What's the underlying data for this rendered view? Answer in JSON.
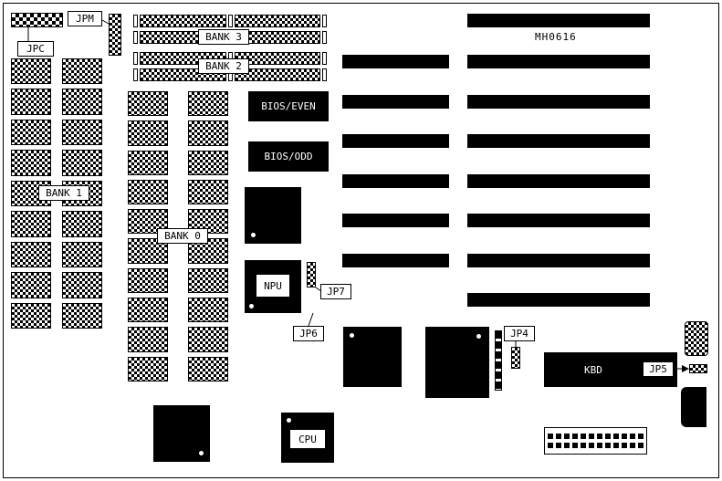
{
  "board": {
    "part_number": "MH0616"
  },
  "labels": {
    "jpc": "JPC",
    "jpm": "JPM",
    "jp4": "JP4",
    "jp5": "JP5",
    "jp6": "JP6",
    "jp7": "JP7",
    "bank0": "BANK 0",
    "bank1": "BANK 1",
    "bank2": "BANK 2",
    "bank3": "BANK 3",
    "bios_even": "BIOS/EVEN",
    "bios_odd": "BIOS/ODD",
    "npu": "NPU",
    "cpu": "CPU",
    "kbd": "KBD"
  }
}
